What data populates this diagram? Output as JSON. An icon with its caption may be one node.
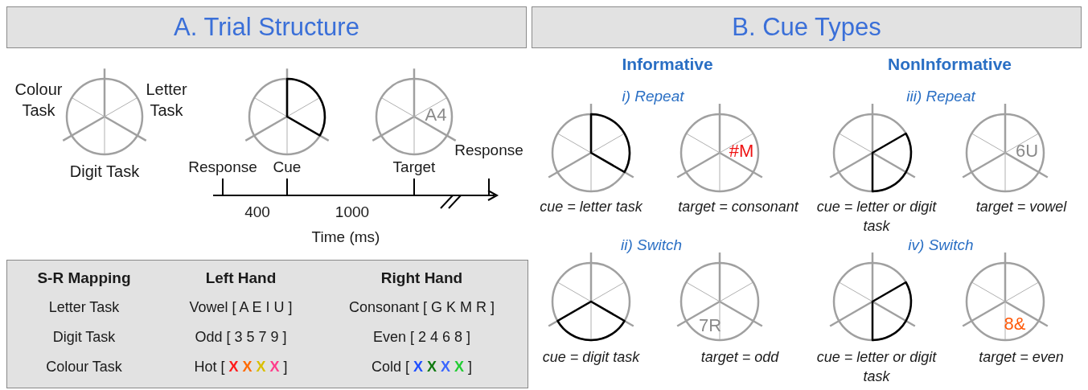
{
  "diagram": {
    "nodes": [
      {
        "text": [
          "A. Trial Structure"
        ]
      },
      {
        "text": [
          "B. Cue Types"
        ]
      },
      {
        "text": [],
        "shape": "circle",
        "beside": [
          "Colour Task",
          "Letter Task",
          "Digit Task"
        ]
      },
      {
        "text": [],
        "shape": "circle"
      },
      {
        "text": [
          "A4"
        ]
      },
      {
        "text": [],
        "shape": "circle",
        "beside": [
          "cue = letter task"
        ]
      },
      {
        "text": [
          "#M"
        ],
        "beside": [
          "target = consonant"
        ]
      },
      {
        "text": [],
        "shape": "circle",
        "beside": [
          "cue = letter or digit task"
        ]
      },
      {
        "text": [
          "6U"
        ],
        "beside": [
          "target = vowel"
        ]
      },
      {
        "text": [],
        "shape": "circle",
        "beside": [
          "cue = digit task"
        ]
      },
      {
        "text": [
          "7R"
        ],
        "beside": [
          "target = odd"
        ]
      },
      {
        "text": [],
        "shape": "circle",
        "beside": [
          "cue = letter or digit task"
        ]
      },
      {
        "text": [
          "8&"
        ],
        "beside": [
          "target = even"
        ]
      }
    ],
    "labels": [
      "Response",
      "Cue",
      "Target",
      "Response",
      "400",
      "1000",
      "Time (ms)",
      "S-R Mapping",
      "Left Hand",
      "Right Hand",
      "Letter Task",
      "Vowel [ A E I U ]",
      "Consonant [ G K M R ]",
      "Digit Task",
      "Odd [ 3 5 7 9 ]",
      "Even [ 2 4 6 8 ]",
      "Colour Task",
      "Hot [ X X X X ]",
      "Cold [ X X X X ]",
      "Informative",
      "NonInformative",
      "i) Repeat",
      "iii) Repeat",
      "ii) Switch",
      "iv) Switch"
    ]
  }
}
